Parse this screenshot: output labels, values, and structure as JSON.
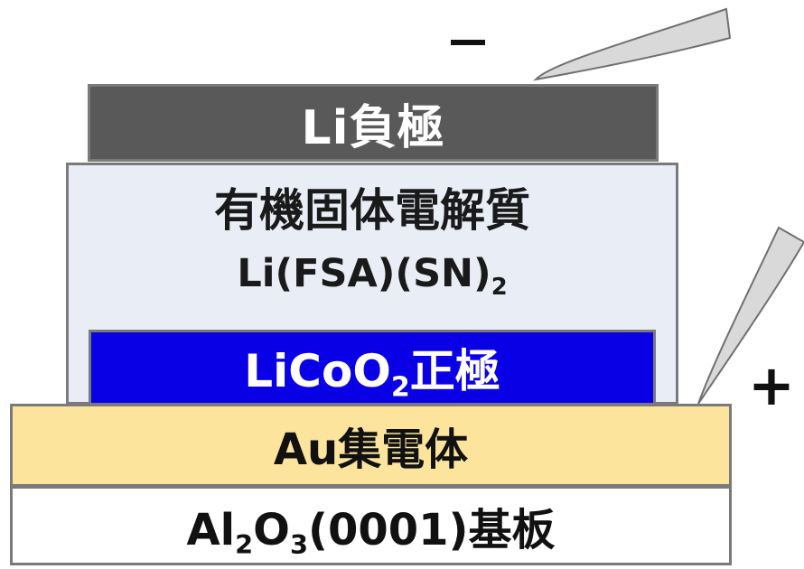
{
  "layers": {
    "anode": {
      "label": "Li負極",
      "fill": "#595959",
      "text_color": "#ffffff"
    },
    "electrolyte": {
      "label": "有機固体電解質",
      "formula_main": "Li(FSA)(SN)",
      "formula_sub": "2",
      "fill": "#e9eef6"
    },
    "cathode": {
      "label_pre": "LiCoO",
      "label_sub": "2",
      "label_post": "正極",
      "fill": "#0a00e6",
      "text_color": "#ffffff"
    },
    "collector": {
      "label": "Au集電体",
      "fill": "#fde49c"
    },
    "substrate": {
      "part1": "Al",
      "sub1": "2",
      "part2": "O",
      "sub2": "3",
      "part3": "(0001)基板",
      "fill": "#ffffff"
    }
  },
  "terminals": {
    "negative": "−",
    "positive": "+"
  },
  "colors": {
    "probe_fill": "#d9d9d9",
    "probe_stroke": "#707070",
    "border": "#7a7a7a"
  }
}
